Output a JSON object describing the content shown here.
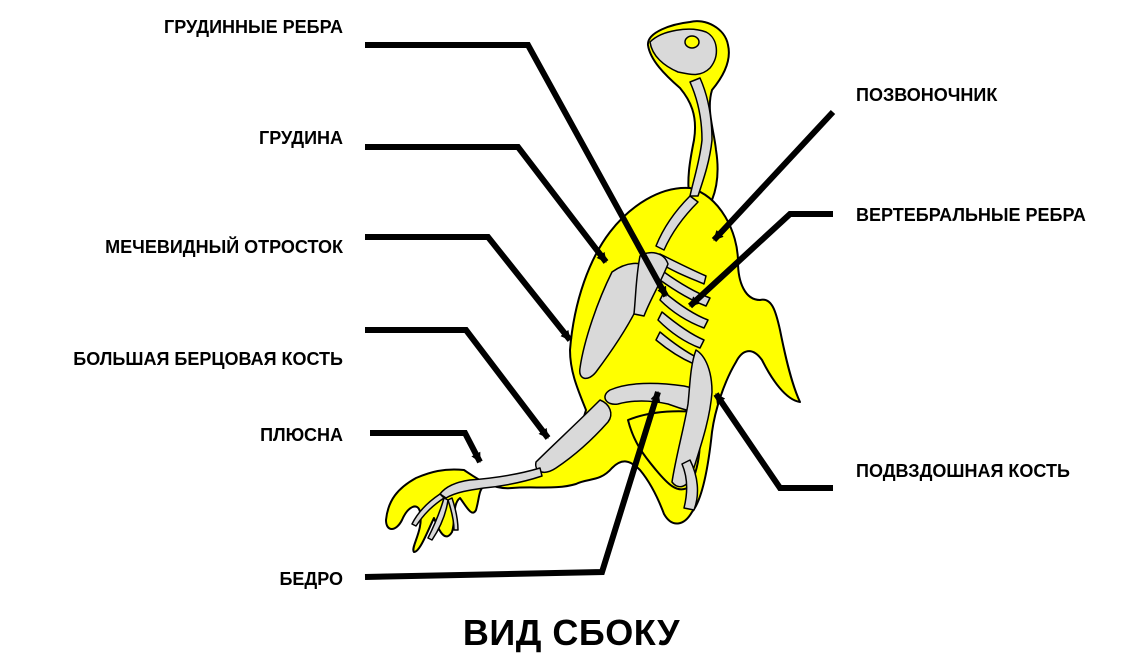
{
  "labels": {
    "sternal_ribs": "ГРУДИННЫЕ РЕБРА",
    "sternum": "ГРУДИНА",
    "xiphoid": "МЕЧЕВИДНЫЙ ОТРОСТОК",
    "tibia": "БОЛЬШАЯ БЕРЦОВАЯ КОСТЬ",
    "metatarsus": "ПЛЮСНА",
    "femur": "БЕДРО",
    "spine": "ПОЗВОНОЧНИК",
    "vertebral_ribs": "ВЕРТЕБРАЛЬНЫЕ РЕБРА",
    "ilium": "ПОДВЗДОШНАЯ КОСТЬ"
  },
  "caption": "ВИД СБОКУ",
  "colors": {
    "body": "#ffff00",
    "bone": "#d9d9d9",
    "outline": "#000000"
  }
}
